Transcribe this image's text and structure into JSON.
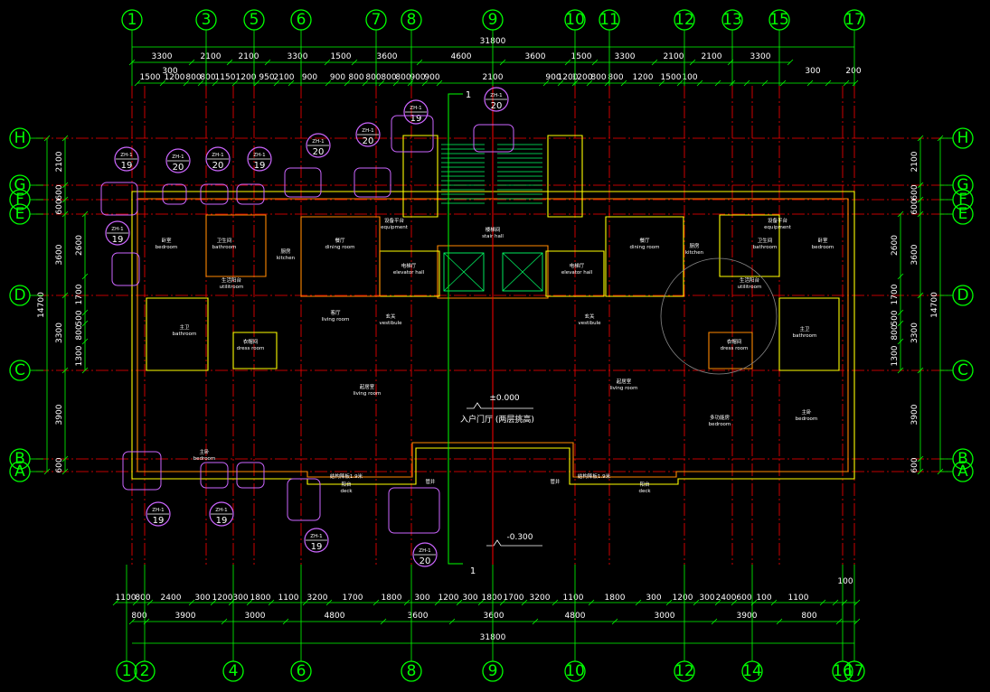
{
  "drawing": {
    "background": "#000000",
    "axis_color": "#00ff00",
    "grid_color": "#ff0000",
    "wall_color": "#ffff00",
    "tag_color": "#cc66ff"
  },
  "axes_top": [
    "1",
    "3",
    "5",
    "6",
    "7",
    "8",
    "9",
    "10",
    "11",
    "12",
    "13",
    "15",
    "17"
  ],
  "axes_bottom": [
    "1",
    "2",
    "4",
    "6",
    "8",
    "9",
    "10",
    "12",
    "14",
    "16",
    "17"
  ],
  "axes_left": [
    "H",
    "G",
    "F",
    "E",
    "D",
    "C",
    "B",
    "A"
  ],
  "axes_right": [
    "H",
    "G",
    "F",
    "E",
    "D",
    "C",
    "B",
    "A"
  ],
  "dims": {
    "total_top": "31800",
    "total_bottom": "31800",
    "top_row2": [
      "3300",
      "2100",
      "2100",
      "3300",
      "1500",
      "3600",
      "4600",
      "3600",
      "1500",
      "3300",
      "2100",
      "2100",
      "3300"
    ],
    "top_row3": [
      "300",
      "300",
      "200"
    ],
    "top_row4": [
      "1500",
      "1200",
      "800",
      "800",
      "1150",
      "1200",
      "950",
      "2100",
      "900",
      "900",
      "800",
      "800",
      "800",
      "800",
      "900",
      "900",
      "2100",
      "900",
      "1200",
      "1200",
      "800",
      "800",
      "1200",
      "1500",
      "100"
    ],
    "bottom_row1": [
      "1100",
      "800",
      "2400",
      "300",
      "1200",
      "300",
      "1800",
      "1100",
      "3200",
      "1700",
      "1800",
      "300",
      "1200",
      "300",
      "1800",
      "1700",
      "3200",
      "1100",
      "1800",
      "300",
      "1200",
      "300",
      "2400",
      "600",
      "100",
      "1100"
    ],
    "bottom_row1_extra": "100",
    "bottom_row2": [
      "800",
      "3900",
      "3000",
      "4800",
      "3600",
      "3600",
      "4800",
      "3000",
      "3900",
      "800"
    ],
    "left_outer": [
      "14700"
    ],
    "left_mid": [
      "2100",
      "600",
      "600",
      "3600",
      "3300",
      "3900",
      "600"
    ],
    "left_inner": [
      "2600",
      "1700",
      "500",
      "800",
      "1300"
    ],
    "right_outer": [
      "14700"
    ],
    "right_mid": [
      "2100",
      "600",
      "600",
      "3600",
      "3300",
      "3900",
      "600"
    ],
    "right_inner": [
      "2600",
      "1700",
      "500",
      "800",
      "1300"
    ]
  },
  "section_marker": "1",
  "tags": [
    {
      "top": "ZH-1",
      "bottom": "19"
    },
    {
      "top": "ZH-1",
      "bottom": "20"
    },
    {
      "top": "ZH-1",
      "bottom": "20"
    },
    {
      "top": "ZH-1",
      "bottom": "19"
    },
    {
      "top": "ZH-1",
      "bottom": "20"
    },
    {
      "top": "ZH-1",
      "bottom": "20"
    },
    {
      "top": "ZH-1",
      "bottom": "19"
    },
    {
      "top": "ZH-1",
      "bottom": "20"
    },
    {
      "top": "ZH-1",
      "bottom": "19"
    },
    {
      "top": "ZH-1",
      "bottom": "19"
    },
    {
      "top": "ZH-1",
      "bottom": "19"
    },
    {
      "top": "ZH-1",
      "bottom": "19"
    },
    {
      "top": "ZH-1",
      "bottom": "20"
    }
  ],
  "levels": {
    "floor": "±0.000",
    "outside": "-0.300",
    "entrance": "入户门厅 (两层挑高)"
  },
  "rooms": [
    {
      "cn": "卧室",
      "en": "bedroom"
    },
    {
      "cn": "卫生间",
      "en": "bathroom"
    },
    {
      "cn": "厨房",
      "en": "kitchen"
    },
    {
      "cn": "餐厅",
      "en": "dining room"
    },
    {
      "cn": "生活阳台",
      "en": "utilitroom"
    },
    {
      "cn": "设备平台",
      "en": "equipment"
    },
    {
      "cn": "电梯厅",
      "en": "elevator hall"
    },
    {
      "cn": "楼梯间",
      "en": "stair hall"
    },
    {
      "cn": "玄关",
      "en": "vestibule"
    },
    {
      "cn": "主卫",
      "en": "bathroom"
    },
    {
      "cn": "衣帽间",
      "en": "dress room"
    },
    {
      "cn": "起居室",
      "en": "living room"
    },
    {
      "cn": "主卧",
      "en": "bedroom"
    },
    {
      "cn": "阳台",
      "en": "deck"
    },
    {
      "cn": "客厅",
      "en": "living room"
    },
    {
      "cn": "餐厅",
      "en": "dining room"
    },
    {
      "cn": "厨房",
      "en": "kitchen"
    },
    {
      "cn": "卫生间",
      "en": "bathroom"
    },
    {
      "cn": "卧室",
      "en": "bedroom"
    },
    {
      "cn": "生活阳台",
      "en": "utilitroom"
    },
    {
      "cn": "电梯厅",
      "en": "elevator hall"
    },
    {
      "cn": "玄关",
      "en": "vestibule"
    },
    {
      "cn": "衣帽间",
      "en": "dress room"
    },
    {
      "cn": "主卫",
      "en": "bathroom"
    },
    {
      "cn": "起居室",
      "en": "living room"
    },
    {
      "cn": "多功能房",
      "en": "bedroom"
    },
    {
      "cn": "主卧",
      "en": "bedroom"
    },
    {
      "cn": "阳台",
      "en": "deck"
    },
    {
      "cn": "设备平台",
      "en": "equipment"
    }
  ],
  "notes": {
    "deck_left": "结构降板1.9米",
    "deck_right": "结构降板1.9米",
    "shaft": "管井"
  }
}
